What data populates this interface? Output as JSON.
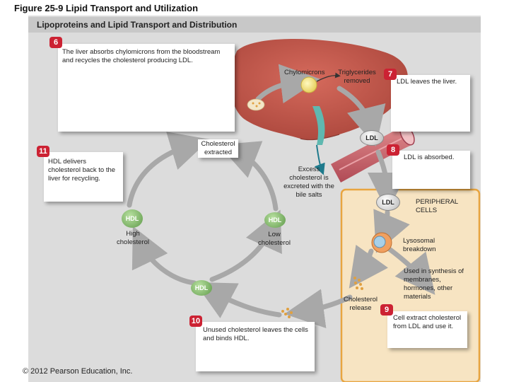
{
  "figure_title": "Figure 25-9  Lipid Transport and Utilization",
  "panel_title": "Lipoproteins and Lipid Transport and Distribution",
  "steps": {
    "s6": {
      "num": "6",
      "text": "The liver absorbs chylomicrons from the bloodstream and recycles the cholesterol producing LDL."
    },
    "s7": {
      "num": "7",
      "text": "LDL leaves the liver."
    },
    "s8": {
      "num": "8",
      "text": "LDL is absorbed."
    },
    "s9": {
      "num": "9",
      "text": "Cell extract cholesterol from LDL and use it."
    },
    "s10": {
      "num": "10",
      "text": "Unused cholesterol leaves the cells and binds HDL."
    },
    "s11": {
      "num": "11",
      "text": "HDL delivers cholesterol back to the liver for recycling."
    }
  },
  "labels": {
    "chylomicrons": "Chylomicrons",
    "triglycerides_removed": "Triglycerides removed",
    "cholesterol_extracted": "Cholesterol extracted",
    "excess_cholesterol": "Excess cholesterol is excreted with the bile salts",
    "peripheral_cells": "PERIPHERAL CELLS",
    "lysosomal_breakdown": "Lysosomal breakdown",
    "used_in_synthesis": "Used in synthesis of membranes, hormones, other materials",
    "cholesterol_release": "Cholesterol release",
    "high_cholesterol": "High cholesterol",
    "low_cholesterol": "Low cholesterol",
    "ldl": "LDL",
    "hdl": "HDL"
  },
  "colors": {
    "step_badge": "#cc2233",
    "liver": "#c0574a",
    "gallbladder": "#5fb8b0",
    "vessel": "#c85a64",
    "peripheral_bg": "#f7e4c2",
    "peripheral_border": "#e8a540",
    "arrow": "#a8a8a8",
    "particle": "#e0a040"
  },
  "copyright": "© 2012 Pearson Education, Inc."
}
